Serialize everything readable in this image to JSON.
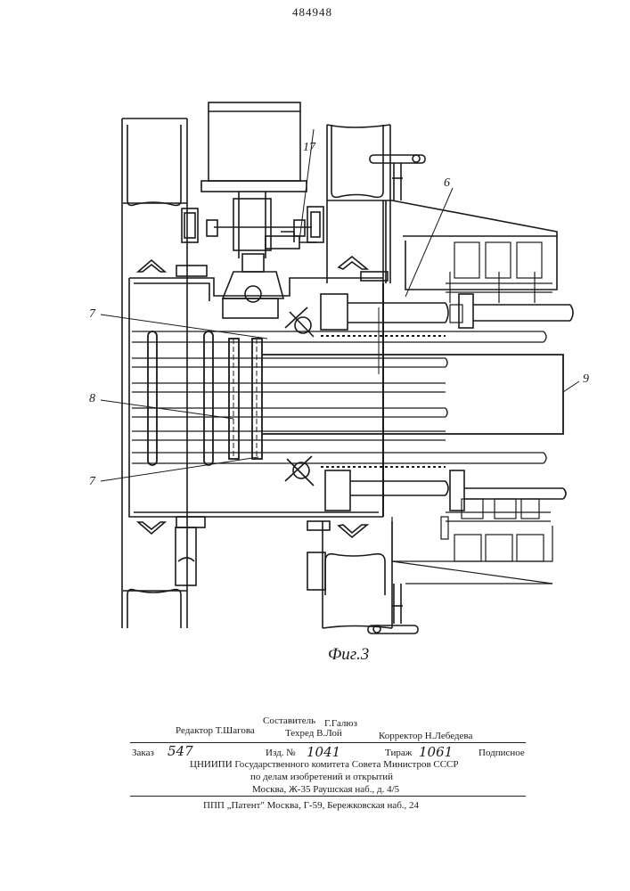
{
  "header": {
    "patent_number": "484948"
  },
  "figure": {
    "caption": "Фиг.3",
    "labels": {
      "l6": "6",
      "l17": "17",
      "l7_top": "7",
      "l8": "8",
      "l7_bottom": "7",
      "l9": "9"
    }
  },
  "imprint": {
    "compiler_label": "Составитель",
    "compiler_name": "Г.Галюз",
    "editor": "Редактор Т.Шагова",
    "techred": "Техред В.Лой",
    "corrector": "Корректор Н.Лебедева",
    "order_label": "Заказ",
    "order_number": "547",
    "edition_label": "Изд. №",
    "edition_number": "1041",
    "print_run_label": "Тираж",
    "print_run": "1061",
    "subscription": "Подписное",
    "institute_line1": "ЦНИИПИ Государственного комитета Совета Министров СССР",
    "institute_line2": "по делам изобретений и открытий",
    "institute_address": "Москва, Ж-35 Раушская наб., д. 4/5",
    "printer": "ППП „Патент\" Москва, Г-59, Бережковская наб., 24"
  }
}
